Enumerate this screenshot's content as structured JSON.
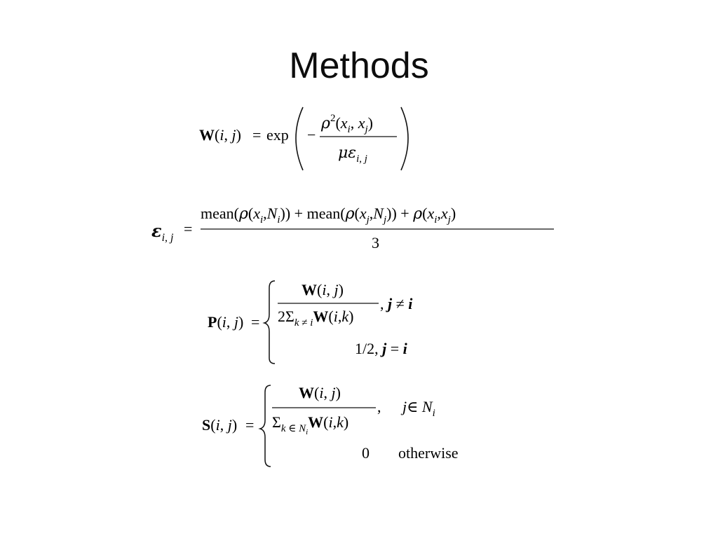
{
  "title": "Methods",
  "equations": [
    {
      "id": "W",
      "lhs": "W(i, j)",
      "equals": "=",
      "func": "exp",
      "minus": "−",
      "numerator": "ρ²(xᵢ, xⱼ)",
      "denominator": "μεᵢ,ⱼ"
    },
    {
      "id": "epsilon",
      "lhs": "εᵢ,ⱼ",
      "equals": "=",
      "numerator": "mean(ρ(xᵢ,Nᵢ)) + mean(ρ(xⱼ,Nⱼ)) + ρ(xᵢ,xⱼ)",
      "denominator": "3"
    },
    {
      "id": "P",
      "lhs": "P(i, j)",
      "equals": "=",
      "case1_numerator": "W(i, j)",
      "case1_denominator": "2Σk≠iW(i,k)",
      "case1_condition": ", j ≠ i",
      "case2_value": "1/2",
      "case2_condition": ", j = i"
    },
    {
      "id": "S",
      "lhs": "S(i, j)",
      "equals": "=",
      "case1_numerator": "W(i, j)",
      "case1_denominator": "Σk∈NiW(i,k)",
      "case1_condition": "j∈ Nᵢ",
      "case2_value": "0",
      "case2_condition": "otherwise"
    }
  ]
}
